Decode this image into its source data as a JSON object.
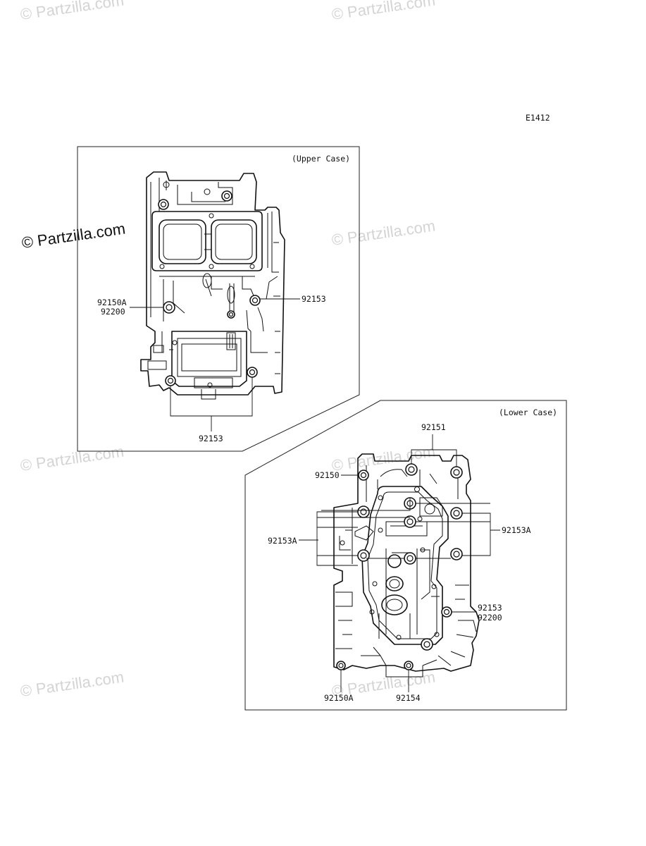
{
  "diagram_code": "E1412",
  "watermark": "© Partzilla.com",
  "upper_case": {
    "title": "(Upper Case)",
    "callouts": [
      "92150A",
      "92200",
      "92153",
      "92153"
    ]
  },
  "lower_case": {
    "title": "(Lower Case)",
    "callouts": [
      "92151",
      "92150",
      "92153A",
      "92153A",
      "92153",
      "92200",
      "92150A",
      "92154"
    ]
  }
}
